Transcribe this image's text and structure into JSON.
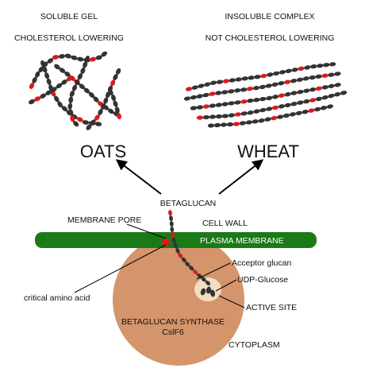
{
  "top": {
    "left_line1": "SOLUBLE GEL",
    "left_line2": "CHOLESTEROL LOWERING",
    "right_line1": "INSOLUBLE  COMPLEX",
    "right_line2": "NOT CHOLESTEROL LOWERING"
  },
  "grains": {
    "oats": "OATS",
    "wheat": "WHEAT"
  },
  "labels": {
    "betaglucan": "BETAGLUCAN",
    "membrane_pore": "MEMBRANE PORE",
    "cell_wall": "CELL WALL",
    "plasma_membrane": "PLASMA MEMBRANE",
    "acceptor_glucan": "Acceptor glucan",
    "udp_glucose": "UDP-Glucose",
    "critical_amino_acid": "critical amino acid",
    "active_site": "ACTIVE SITE",
    "synthase_line1": "BETAGLUCAN SYNTHASE",
    "synthase_line2": "CslF6",
    "cytoplasm": "CYTOPLASM"
  },
  "colors": {
    "membrane": "#1a7a16",
    "enzyme": "#d4946c",
    "active_site": "#f3dcc4",
    "bead_dark": "#333333",
    "bead_red": "#dd1a1a",
    "arrow": "#000000"
  }
}
